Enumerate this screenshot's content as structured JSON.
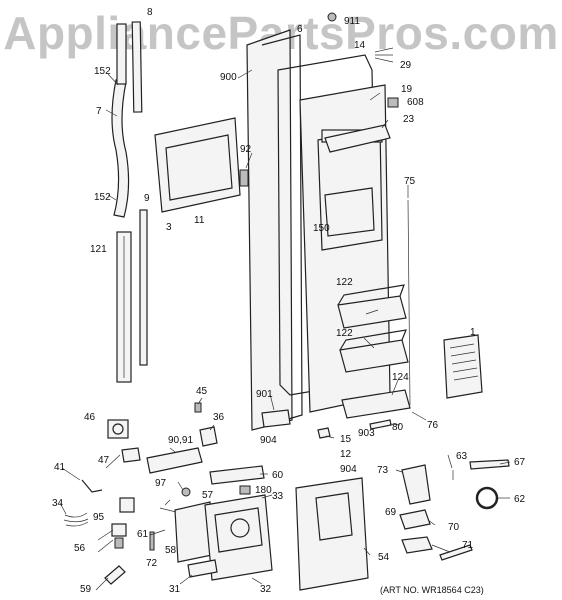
{
  "watermark": "AppliancePartsPros.com",
  "art_number": "(ART NO. WR18564 C23)",
  "labels": {
    "l8": "8",
    "l6": "6",
    "l911": "911",
    "l14": "14",
    "l29": "29",
    "l900": "900",
    "l152a": "152",
    "l7": "7",
    "l19": "19",
    "l608": "608",
    "l23": "23",
    "l92": "92",
    "l9": "9",
    "l152b": "152",
    "l3": "3",
    "l11": "11",
    "l75": "75",
    "l150": "150",
    "l121": "121",
    "l122a": "122",
    "l1": "1",
    "l122b": "122",
    "l124": "124",
    "l901": "901",
    "l45": "45",
    "l46": "46",
    "l36": "36",
    "l76": "76",
    "l80": "80",
    "l903": "903",
    "l15": "15",
    "l904a": "904",
    "l9091": "90,91",
    "l12": "12",
    "l47": "47",
    "l904b": "904",
    "l63": "63",
    "l67": "67",
    "l41": "41",
    "l73": "73",
    "l60": "60",
    "l180": "180",
    "l97": "97",
    "l57": "57",
    "l33": "33",
    "l62": "62",
    "l34": "34",
    "l95": "95",
    "l69": "69",
    "l70": "70",
    "l61": "61",
    "l56": "56",
    "l58": "58",
    "l72": "72",
    "l54": "54",
    "l71": "71",
    "l59": "59",
    "l31": "31",
    "l32": "32"
  }
}
